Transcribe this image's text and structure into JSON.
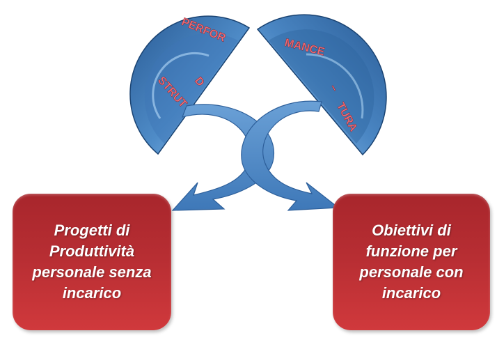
{
  "arc_labels": {
    "left_top": "PERFOR",
    "left_d": "D",
    "left_bottom": "STRUT",
    "right_top": "MANCE",
    "right_dash": "–",
    "right_bottom": "TURA"
  },
  "boxes": {
    "left": {
      "line1": "Progetti di",
      "line2": "Produttività",
      "line3": "personale senza",
      "line4": "incarico"
    },
    "right": {
      "line1": "Obiettivi di",
      "line2": "funzione per",
      "line3": "personale con",
      "line4": "incarico"
    }
  },
  "colors": {
    "shape_blue_dark": "#1f4f86",
    "shape_blue_light": "#8cc0ee",
    "arrow_blue": "#4e86c4",
    "box_red": "#b82e33",
    "arc_text_pink": "#ee6b74"
  }
}
